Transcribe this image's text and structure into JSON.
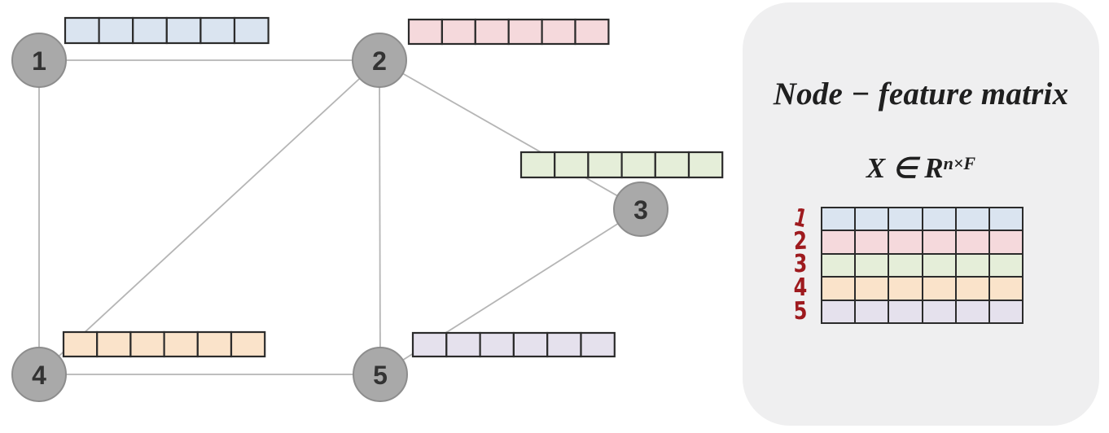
{
  "colors": {
    "page_bg": "#ffffff",
    "panel_bg": "#efeff0",
    "node_fill": "#a9a9a9",
    "node_stroke": "#8d8d8d",
    "node_label": "#333333",
    "edge": "#b5b5b5",
    "cell_border": "#2b2b2b",
    "row_blue": "#dae4f0",
    "row_pink": "#f5d9dc",
    "row_green": "#e5eed9",
    "row_orange": "#fae3ca",
    "row_purple": "#e5e1ed",
    "annotation_red": "#9e1a1e",
    "text_dark": "#1f1f1f"
  },
  "graph": {
    "nodes": [
      {
        "label": "1"
      },
      {
        "label": "2"
      },
      {
        "label": "3"
      },
      {
        "label": "4"
      },
      {
        "label": "5"
      }
    ],
    "edges": [
      [
        "1",
        "2"
      ],
      [
        "1",
        "4"
      ],
      [
        "2",
        "3"
      ],
      [
        "2",
        "4"
      ],
      [
        "2",
        "5"
      ],
      [
        "3",
        "5"
      ],
      [
        "4",
        "5"
      ]
    ],
    "feature_vector_cells_per_node": 6
  },
  "panel": {
    "title": "Node − feature matrix",
    "formula": {
      "base": "X ∈ R",
      "superscript": "n×F"
    },
    "matrix": {
      "columns": 6,
      "rows": [
        {
          "label": "1",
          "color": "blue"
        },
        {
          "label": "2",
          "color": "pink"
        },
        {
          "label": "3",
          "color": "green"
        },
        {
          "label": "4",
          "color": "orange"
        },
        {
          "label": "5",
          "color": "purple"
        }
      ]
    }
  }
}
